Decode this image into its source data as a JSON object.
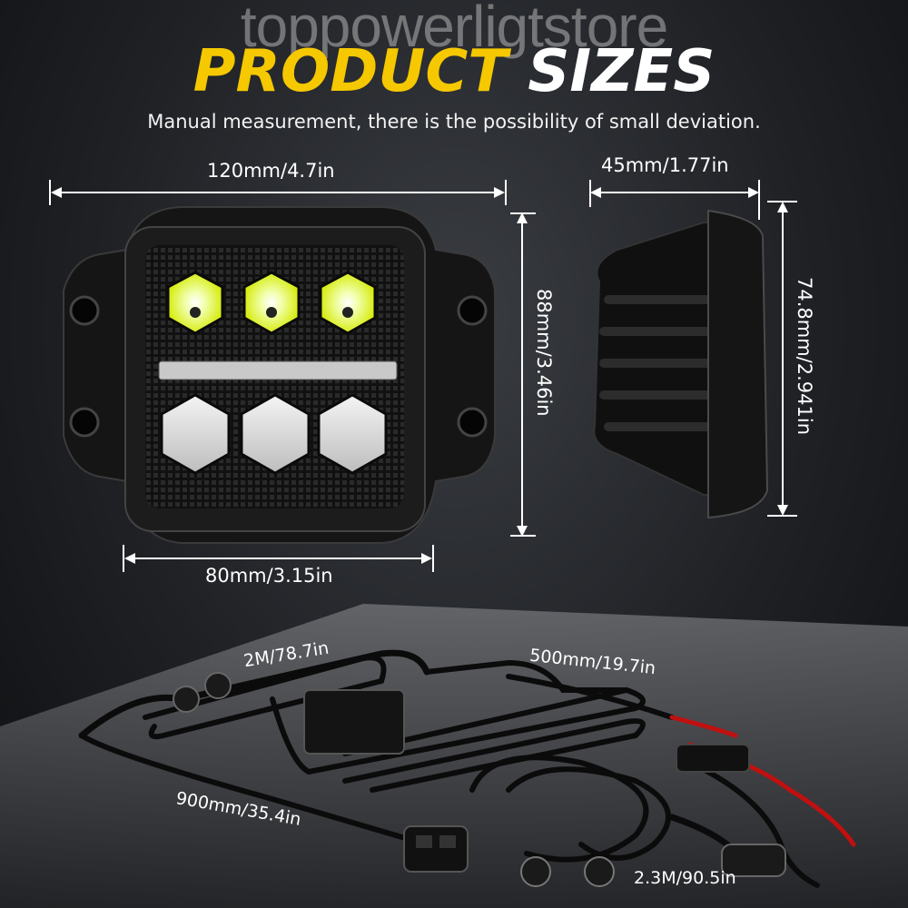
{
  "watermark": "toppowerligtstore",
  "header": {
    "title_part1": "PRODUCT",
    "title_part2": "SIZES",
    "title_color1": "#f5c800",
    "title_color2": "#ffffff",
    "subtitle": "Manual measurement, there is the possibility of small deviation."
  },
  "dimensions": {
    "front_width": "120mm/4.7in",
    "side_depth": "45mm/1.77in",
    "front_height": "88mm/3.46in",
    "side_height": "74.8mm/2.941in",
    "front_inner_width": "80mm/3.15in"
  },
  "harness": {
    "cable_a": "2M/78.7in",
    "cable_b": "500mm/19.7in",
    "cable_c": "900mm/35.4in",
    "cable_d": "2.3M/90.5in"
  }
}
